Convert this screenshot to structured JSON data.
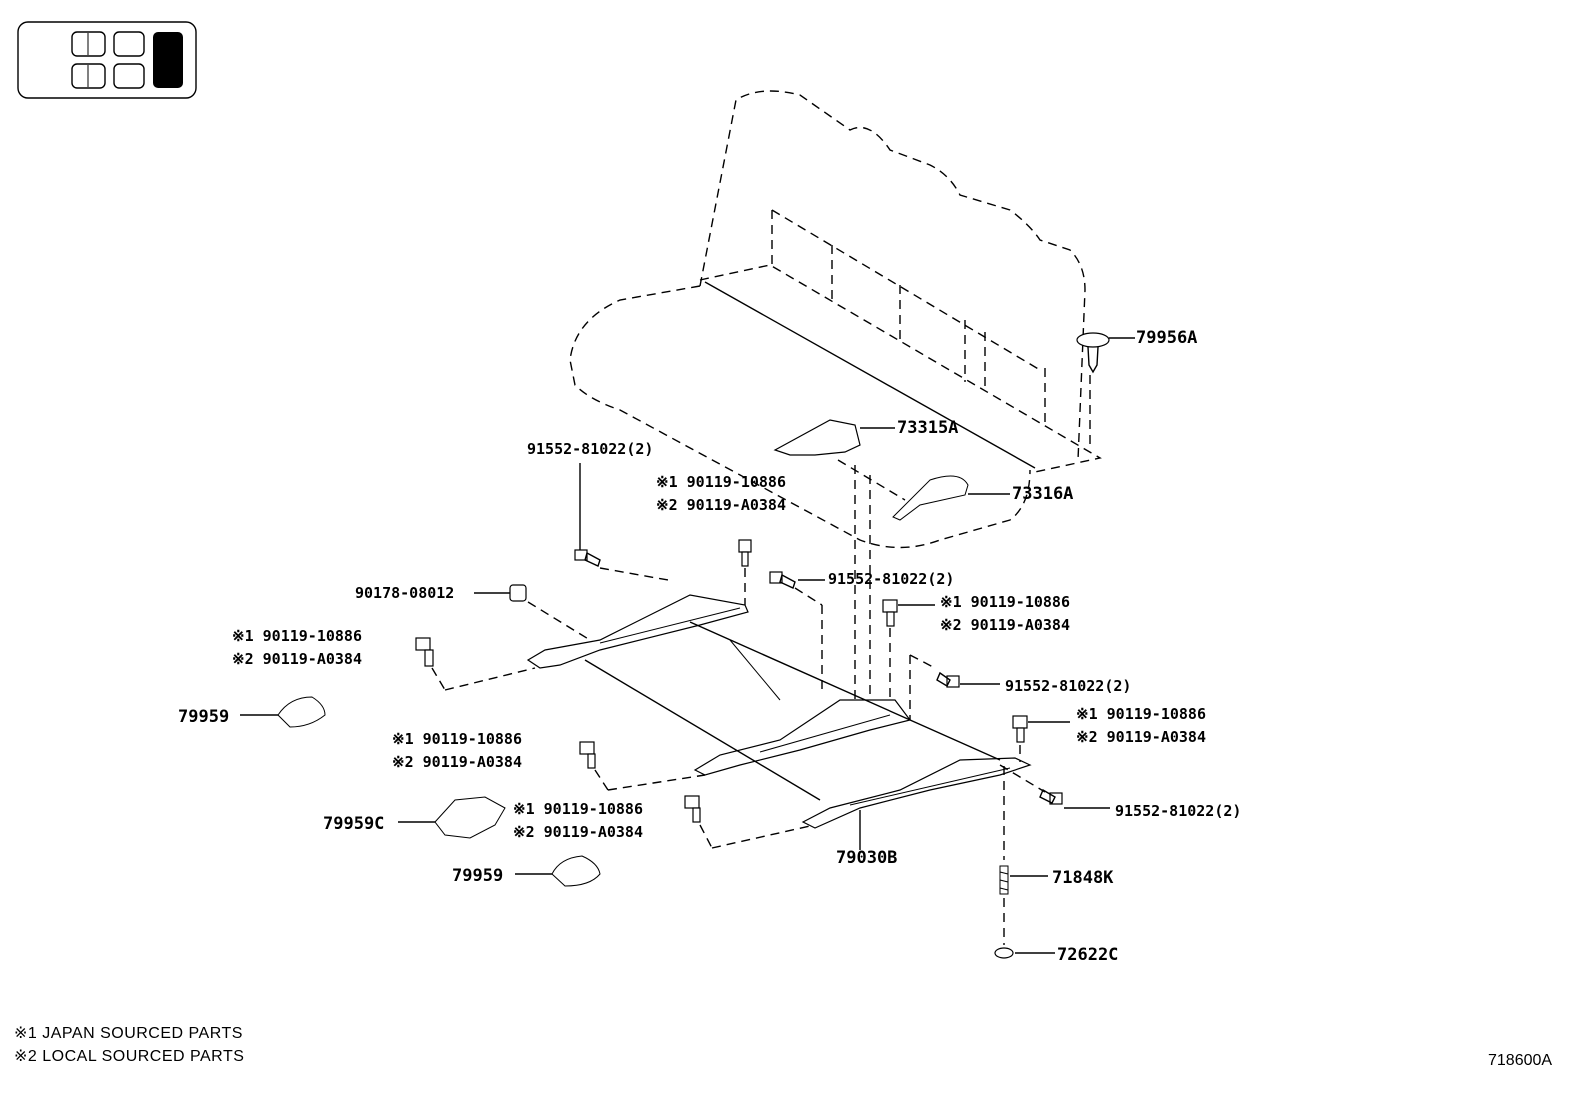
{
  "legend_icon": {
    "name": "seat-position-indicator"
  },
  "callouts": {
    "p79956A": "79956A",
    "p73315A": "73315A",
    "p73316A": "73316A",
    "p91552_a": "91552-81022(2)",
    "p91552_b": "91552-81022(2)",
    "p91552_c": "91552-81022(2)",
    "p91552_d": "91552-81022(2)",
    "p90178": "90178-08012",
    "j1_a": "※1 90119-10886",
    "j2_a": "※2 90119-A0384",
    "j1_b": "※1 90119-10886",
    "j2_b": "※2 90119-A0384",
    "j1_c": "※1 90119-10886",
    "j2_c": "※2 90119-A0384",
    "j1_d": "※1 90119-10886",
    "j2_d": "※2 90119-A0384",
    "j1_e": "※1 90119-10886",
    "j2_e": "※2 90119-A0384",
    "j1_f": "※1 90119-10886",
    "j2_f": "※2 90119-A0384",
    "p79959_a": "79959",
    "p79959C": "79959C",
    "p79959_b": "79959",
    "p79030B": "79030B",
    "p71848K": "71848K",
    "p72622C": "72622C"
  },
  "notes": {
    "note1": "※1 JAPAN SOURCED PARTS",
    "note2": "※2 LOCAL SOURCED PARTS"
  },
  "figure_code": "718600A"
}
